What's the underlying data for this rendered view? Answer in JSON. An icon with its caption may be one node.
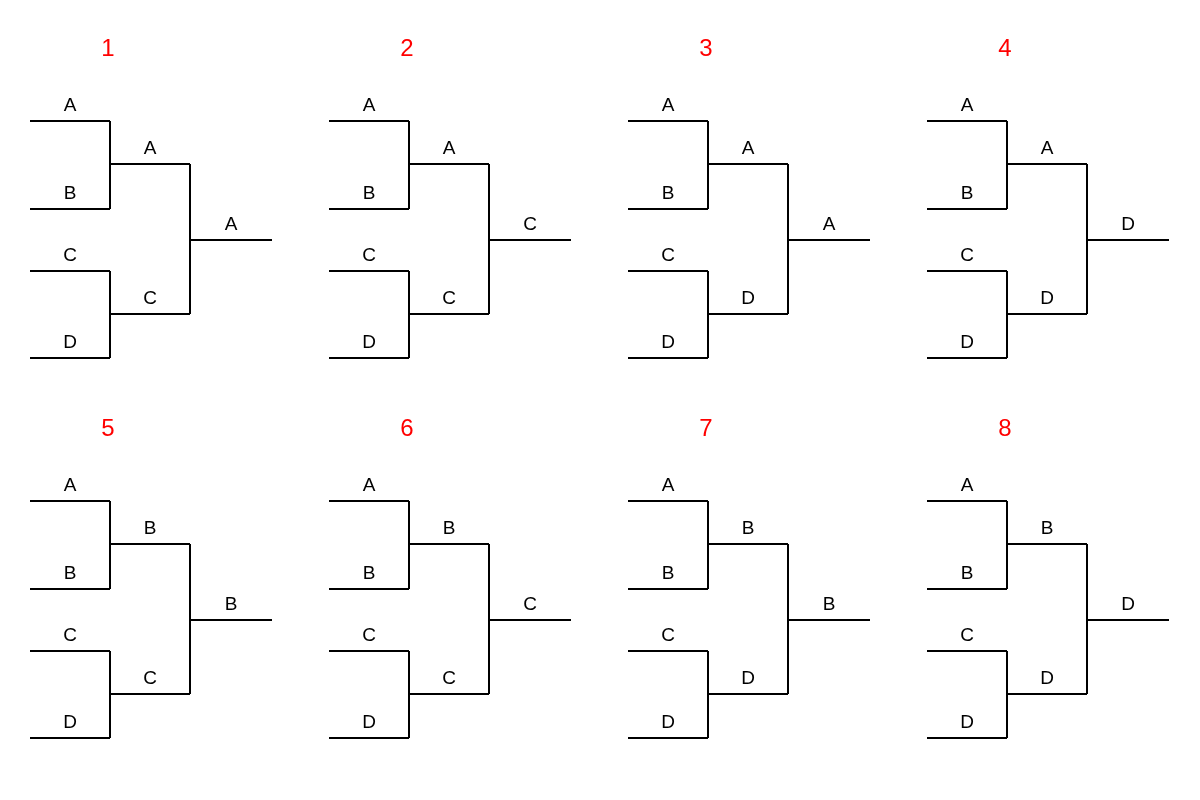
{
  "diagram": {
    "nodes": [
      {
        "text": [
          "A"
        ]
      },
      {
        "text": [
          "B"
        ]
      },
      {
        "text": [
          "A"
        ]
      },
      {
        "text": [
          "C"
        ]
      },
      {
        "text": [
          "D"
        ]
      },
      {
        "text": [
          "C"
        ]
      },
      {
        "text": [
          "A"
        ]
      },
      {
        "text": [
          "A"
        ]
      },
      {
        "text": [
          "B"
        ]
      },
      {
        "text": [
          "A"
        ]
      },
      {
        "text": [
          "C"
        ]
      },
      {
        "text": [
          "D"
        ]
      },
      {
        "text": [
          "C"
        ]
      },
      {
        "text": [
          "C"
        ]
      },
      {
        "text": [
          "A"
        ]
      },
      {
        "text": [
          "B"
        ]
      },
      {
        "text": [
          "A"
        ]
      },
      {
        "text": [
          "C"
        ]
      },
      {
        "text": [
          "D"
        ]
      },
      {
        "text": [
          "D"
        ]
      },
      {
        "text": [
          "A"
        ]
      },
      {
        "text": [
          "A"
        ]
      },
      {
        "text": [
          "B"
        ]
      },
      {
        "text": [
          "A"
        ]
      },
      {
        "text": [
          "C"
        ]
      },
      {
        "text": [
          "D"
        ]
      },
      {
        "text": [
          "D"
        ]
      },
      {
        "text": [
          "D"
        ]
      },
      {
        "text": [
          "A"
        ]
      },
      {
        "text": [
          "B"
        ]
      },
      {
        "text": [
          "B"
        ]
      },
      {
        "text": [
          "C"
        ]
      },
      {
        "text": [
          "D"
        ]
      },
      {
        "text": [
          "C"
        ]
      },
      {
        "text": [
          "B"
        ]
      },
      {
        "text": [
          "A"
        ]
      },
      {
        "text": [
          "B"
        ]
      },
      {
        "text": [
          "B"
        ]
      },
      {
        "text": [
          "C"
        ]
      },
      {
        "text": [
          "D"
        ]
      },
      {
        "text": [
          "C"
        ]
      },
      {
        "text": [
          "C"
        ]
      },
      {
        "text": [
          "A"
        ]
      },
      {
        "text": [
          "B"
        ]
      },
      {
        "text": [
          "B"
        ]
      },
      {
        "text": [
          "C"
        ]
      },
      {
        "text": [
          "D"
        ]
      },
      {
        "text": [
          "D"
        ]
      },
      {
        "text": [
          "B"
        ]
      },
      {
        "text": [
          "A"
        ]
      },
      {
        "text": [
          "B"
        ]
      },
      {
        "text": [
          "B"
        ]
      },
      {
        "text": [
          "C"
        ]
      },
      {
        "text": [
          "D"
        ]
      },
      {
        "text": [
          "D"
        ]
      },
      {
        "text": [
          "D"
        ]
      }
    ],
    "edges": [
      {
        "from": 0,
        "to": 2,
        "arrow": "none"
      },
      {
        "from": 1,
        "to": 2,
        "arrow": "none"
      },
      {
        "from": 3,
        "to": 5,
        "arrow": "none"
      },
      {
        "from": 4,
        "to": 5,
        "arrow": "none"
      },
      {
        "from": 2,
        "to": 6,
        "arrow": "none"
      },
      {
        "from": 5,
        "to": 6,
        "arrow": "none"
      },
      {
        "from": 7,
        "to": 9,
        "arrow": "none"
      },
      {
        "from": 8,
        "to": 9,
        "arrow": "none"
      },
      {
        "from": 10,
        "to": 12,
        "arrow": "none"
      },
      {
        "from": 11,
        "to": 12,
        "arrow": "none"
      },
      {
        "from": 9,
        "to": 13,
        "arrow": "none"
      },
      {
        "from": 12,
        "to": 13,
        "arrow": "none"
      },
      {
        "from": 14,
        "to": 16,
        "arrow": "none"
      },
      {
        "from": 15,
        "to": 16,
        "arrow": "none"
      },
      {
        "from": 17,
        "to": 19,
        "arrow": "none"
      },
      {
        "from": 18,
        "to": 19,
        "arrow": "none"
      },
      {
        "from": 16,
        "to": 20,
        "arrow": "none"
      },
      {
        "from": 19,
        "to": 20,
        "arrow": "none"
      },
      {
        "from": 21,
        "to": 23,
        "arrow": "none"
      },
      {
        "from": 22,
        "to": 23,
        "arrow": "none"
      },
      {
        "from": 24,
        "to": 26,
        "arrow": "none"
      },
      {
        "from": 25,
        "to": 26,
        "arrow": "none"
      },
      {
        "from": 23,
        "to": 27,
        "arrow": "none"
      },
      {
        "from": 26,
        "to": 27,
        "arrow": "none"
      },
      {
        "from": 28,
        "to": 30,
        "arrow": "none"
      },
      {
        "from": 29,
        "to": 30,
        "arrow": "none"
      },
      {
        "from": 31,
        "to": 33,
        "arrow": "none"
      },
      {
        "from": 32,
        "to": 33,
        "arrow": "none"
      },
      {
        "from": 30,
        "to": 34,
        "arrow": "none"
      },
      {
        "from": 33,
        "to": 34,
        "arrow": "none"
      },
      {
        "from": 35,
        "to": 37,
        "arrow": "none"
      },
      {
        "from": 36,
        "to": 37,
        "arrow": "none"
      },
      {
        "from": 38,
        "to": 40,
        "arrow": "none"
      },
      {
        "from": 39,
        "to": 40,
        "arrow": "none"
      },
      {
        "from": 37,
        "to": 41,
        "arrow": "none"
      },
      {
        "from": 40,
        "to": 41,
        "arrow": "none"
      },
      {
        "from": 42,
        "to": 44,
        "arrow": "none"
      },
      {
        "from": 43,
        "to": 44,
        "arrow": "none"
      },
      {
        "from": 45,
        "to": 47,
        "arrow": "none"
      },
      {
        "from": 46,
        "to": 47,
        "arrow": "none"
      },
      {
        "from": 44,
        "to": 48,
        "arrow": "none"
      },
      {
        "from": 47,
        "to": 48,
        "arrow": "none"
      },
      {
        "from": 49,
        "to": 51,
        "arrow": "none"
      },
      {
        "from": 50,
        "to": 51,
        "arrow": "none"
      },
      {
        "from": 52,
        "to": 54,
        "arrow": "none"
      },
      {
        "from": 53,
        "to": 54,
        "arrow": "none"
      },
      {
        "from": 51,
        "to": 55,
        "arrow": "none"
      },
      {
        "from": 54,
        "to": 55,
        "arrow": "none"
      }
    ],
    "labels": [
      "1",
      "2",
      "3",
      "4",
      "5",
      "6",
      "7",
      "8"
    ]
  }
}
